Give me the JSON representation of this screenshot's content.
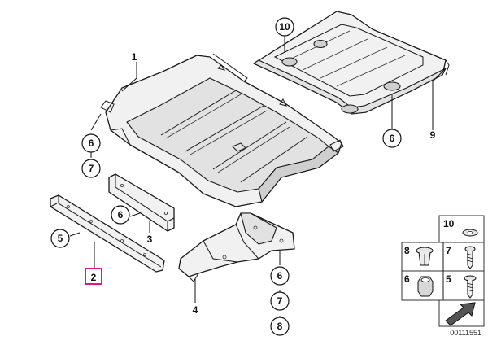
{
  "parts": {
    "part_1": "1",
    "part_2": "2",
    "part_3": "3",
    "part_4": "4",
    "part_5": "5",
    "part_6": "6",
    "part_7": "7",
    "part_8": "8",
    "part_9": "9",
    "part_10": "10"
  },
  "legend": {
    "item_10": "10",
    "item_8": "8",
    "item_7": "7",
    "item_6": "6",
    "item_5": "5"
  },
  "highlighted_part": "2",
  "diagram_number": "00111551",
  "colors": {
    "highlight": "#e8108c",
    "line": "#1a1a1a",
    "fill": "#f1f1f1"
  }
}
